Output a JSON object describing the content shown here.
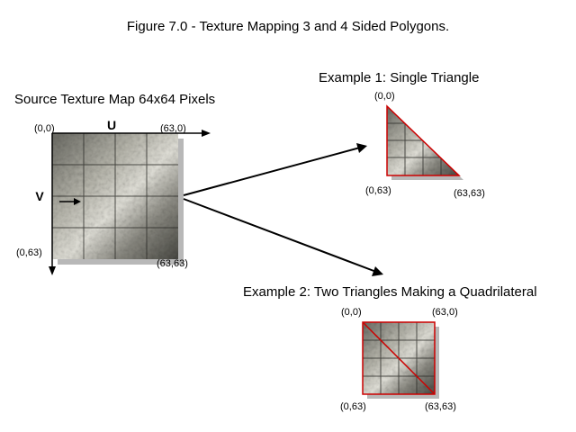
{
  "title": "Figure 7.0 - Texture Mapping 3 and 4 Sided Polygons.",
  "source": {
    "heading": "Source Texture Map 64x64 Pixels",
    "axis_u": "U",
    "axis_v": "V",
    "corners": {
      "top_left": "(0,0)",
      "top_right": "(63,0)",
      "bottom_left": "(0,63)",
      "bottom_right": "(63,63)"
    }
  },
  "example1": {
    "heading": "Example 1: Single Triangle",
    "corners": {
      "top": "(0,0)",
      "bottom_left": "(0,63)",
      "bottom_right": "(63,63)"
    }
  },
  "example2": {
    "heading": "Example 2: Two Triangles Making a Quadrilateral",
    "corners": {
      "top_left": "(0,0)",
      "top_right": "(63,0)",
      "bottom_left": "(0,63)",
      "bottom_right": "(63,63)"
    }
  },
  "colors": {
    "edge": "#cc0000",
    "texture_light": "#d8d8d0",
    "texture_dark": "#3a3a36"
  }
}
